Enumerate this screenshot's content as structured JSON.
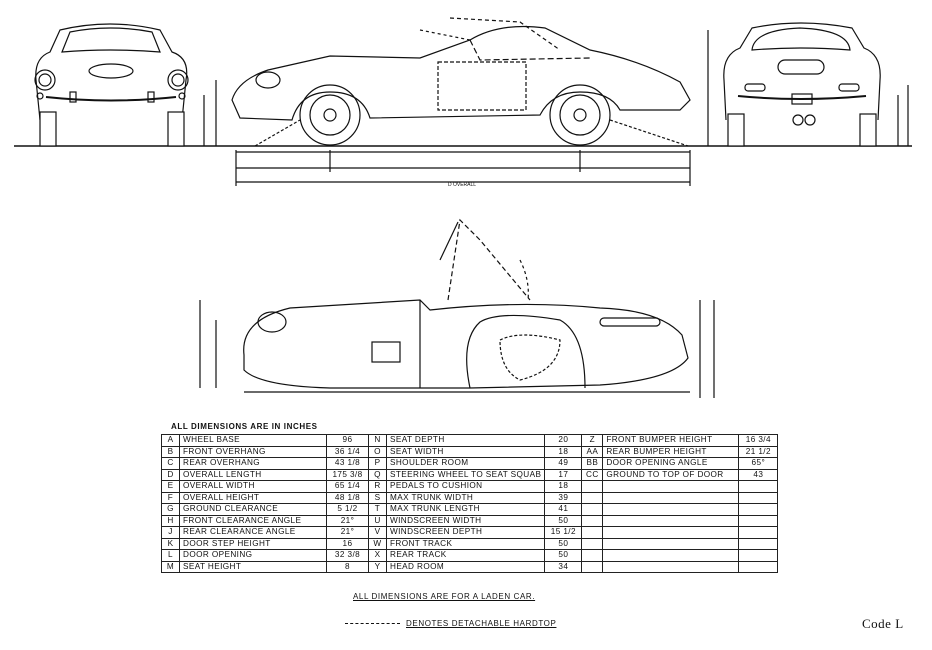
{
  "drawing": {
    "overall_label": "D OVERALL",
    "note_all_inches": "ALL DIMENSIONS ARE IN INCHES",
    "note_laden": "ALL DIMENSIONS ARE FOR A LADEN CAR.",
    "note_hardtop": "DENOTES DETACHABLE HARDTOP",
    "code": "Code L"
  },
  "table": {
    "rows": [
      {
        "a": {
          "k": "A",
          "l": "WHEEL BASE",
          "v": "96"
        },
        "b": {
          "k": "N",
          "l": "SEAT DEPTH",
          "v": "20"
        },
        "c": {
          "k": "Z",
          "l": "FRONT BUMPER HEIGHT",
          "v": "16 3/4"
        }
      },
      {
        "a": {
          "k": "B",
          "l": "FRONT OVERHANG",
          "v": "36 1/4"
        },
        "b": {
          "k": "O",
          "l": "SEAT WIDTH",
          "v": "18"
        },
        "c": {
          "k": "AA",
          "l": "REAR BUMPER HEIGHT",
          "v": "21 1/2"
        }
      },
      {
        "a": {
          "k": "C",
          "l": "REAR OVERHANG",
          "v": "43 1/8"
        },
        "b": {
          "k": "P",
          "l": "SHOULDER ROOM",
          "v": "49"
        },
        "c": {
          "k": "BB",
          "l": "DOOR OPENING ANGLE",
          "v": "65°"
        }
      },
      {
        "a": {
          "k": "D",
          "l": "OVERALL LENGTH",
          "v": "175 3/8"
        },
        "b": {
          "k": "Q",
          "l": "STEERING WHEEL TO SEAT SQUAB",
          "v": "17"
        },
        "c": {
          "k": "CC",
          "l": "GROUND TO TOP OF DOOR",
          "v": "43"
        }
      },
      {
        "a": {
          "k": "E",
          "l": "OVERALL WIDTH",
          "v": "65 1/4"
        },
        "b": {
          "k": "R",
          "l": "PEDALS TO CUSHION",
          "v": "18"
        },
        "c": {
          "k": "",
          "l": "",
          "v": ""
        }
      },
      {
        "a": {
          "k": "F",
          "l": "OVERALL HEIGHT",
          "v": "48 1/8"
        },
        "b": {
          "k": "S",
          "l": "MAX TRUNK WIDTH",
          "v": "39"
        },
        "c": {
          "k": "",
          "l": "",
          "v": ""
        }
      },
      {
        "a": {
          "k": "G",
          "l": "GROUND CLEARANCE",
          "v": "5 1/2"
        },
        "b": {
          "k": "T",
          "l": "MAX TRUNK LENGTH",
          "v": "41"
        },
        "c": {
          "k": "",
          "l": "",
          "v": ""
        }
      },
      {
        "a": {
          "k": "H",
          "l": "FRONT CLEARANCE ANGLE",
          "v": "21°"
        },
        "b": {
          "k": "U",
          "l": "WINDSCREEN WIDTH",
          "v": "50"
        },
        "c": {
          "k": "",
          "l": "",
          "v": ""
        }
      },
      {
        "a": {
          "k": "J",
          "l": "REAR CLEARANCE ANGLE",
          "v": "21°"
        },
        "b": {
          "k": "V",
          "l": "WINDSCREEN DEPTH",
          "v": "15 1/2"
        },
        "c": {
          "k": "",
          "l": "",
          "v": ""
        }
      },
      {
        "a": {
          "k": "K",
          "l": "DOOR STEP HEIGHT",
          "v": "16"
        },
        "b": {
          "k": "W",
          "l": "FRONT TRACK",
          "v": "50"
        },
        "c": {
          "k": "",
          "l": "",
          "v": ""
        }
      },
      {
        "a": {
          "k": "L",
          "l": "DOOR OPENING",
          "v": "32 3/8"
        },
        "b": {
          "k": "X",
          "l": "REAR TRACK",
          "v": "50"
        },
        "c": {
          "k": "",
          "l": "",
          "v": ""
        }
      },
      {
        "a": {
          "k": "M",
          "l": "SEAT HEIGHT",
          "v": "8"
        },
        "b": {
          "k": "Y",
          "l": "HEAD ROOM",
          "v": "34"
        },
        "c": {
          "k": "",
          "l": "",
          "v": ""
        }
      }
    ]
  }
}
